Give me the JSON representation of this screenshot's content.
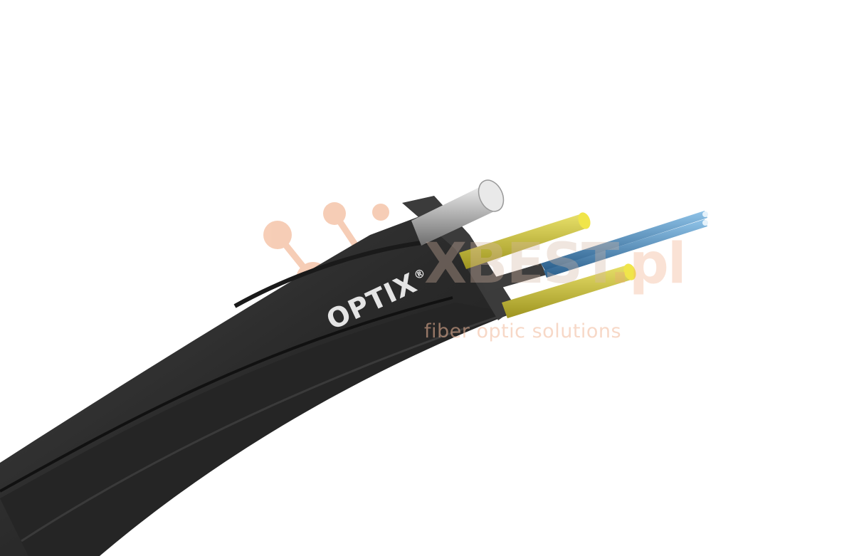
{
  "product_photo": {
    "subject": "flat drop fiber optic cable with steel messenger wire, two yellow strength members and two fibers",
    "colors": {
      "background": "#ffffff",
      "jacket": "#2e2e2e",
      "messenger_wire": "#c9c9c9",
      "strength_members": "#d8cf3c",
      "fiber_blue": "#3f7fb0",
      "watermark_orange": "#f0a67c"
    }
  },
  "brand_print": {
    "text": "OPTIX",
    "mark": "®"
  },
  "watermark": {
    "logo_prefix": "XBEST",
    "logo_suffix": ".pl",
    "tagline": "fiber optic solutions"
  }
}
